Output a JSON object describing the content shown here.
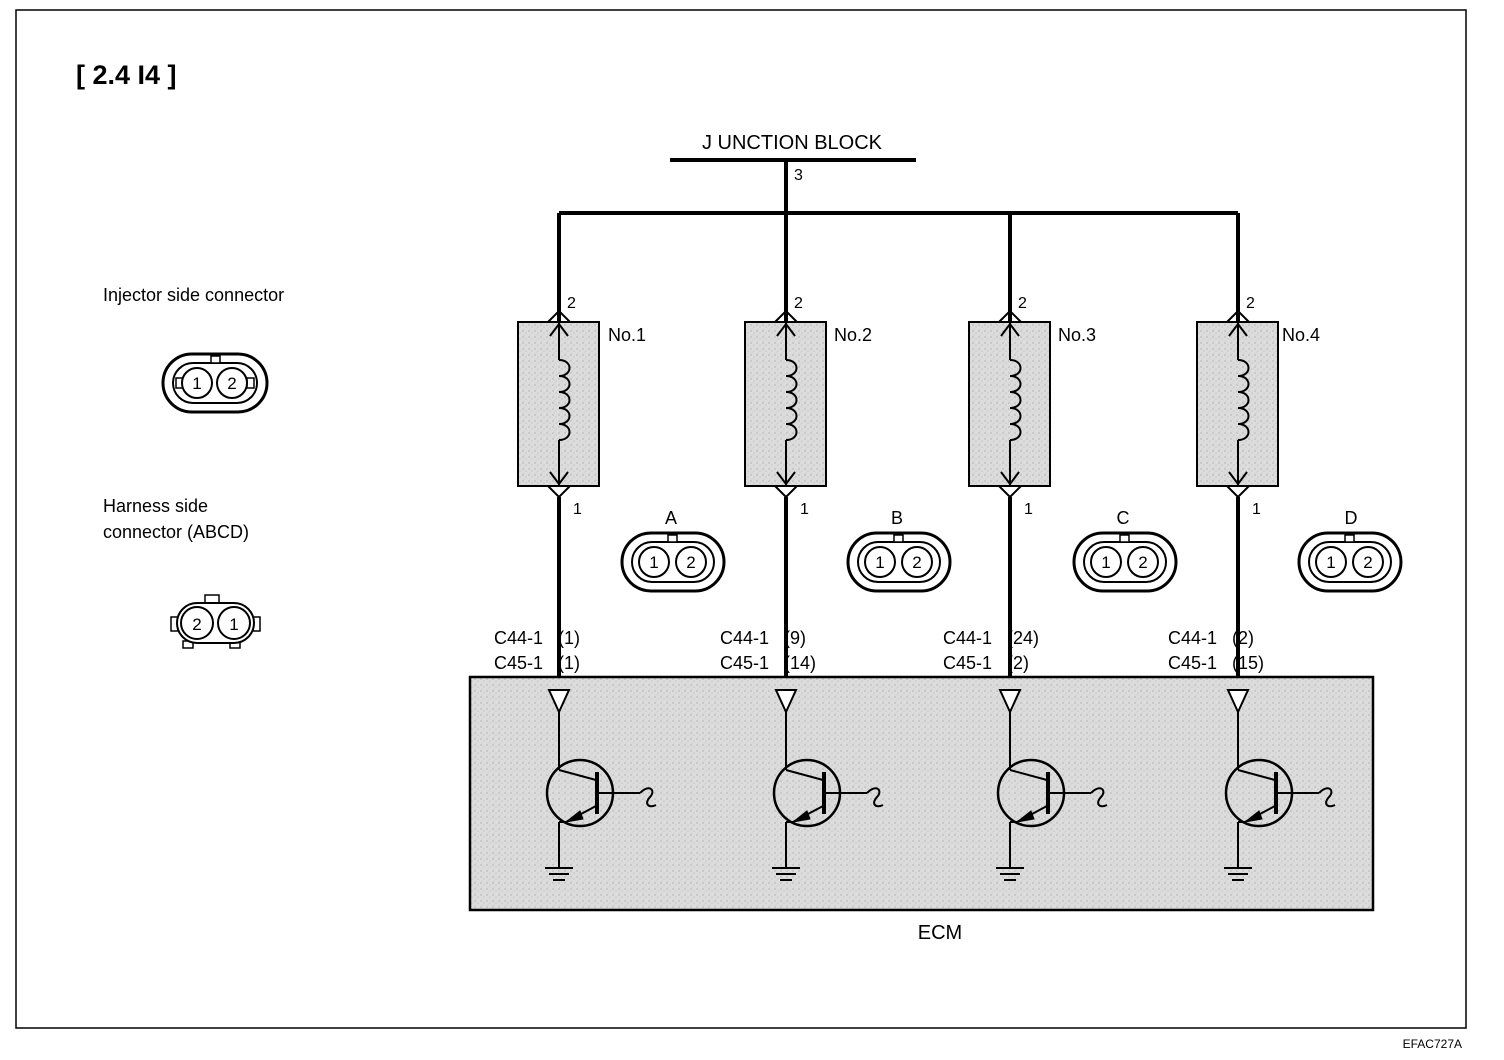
{
  "title": "[ 2.4 I4 ]",
  "junction_block": {
    "label": "J UNCTION BLOCK",
    "pin": "3"
  },
  "legend": {
    "injector_side_label": "Injector side connector",
    "harness_side_label_line1": "Harness side",
    "harness_side_label_line2": "connector (ABCD)",
    "injector_pins": [
      "1",
      "2"
    ],
    "harness_pins": [
      "2",
      "1"
    ]
  },
  "injectors": [
    {
      "name": "No.1",
      "top_pin": "2",
      "bottom_pin": "1",
      "connector": "A",
      "connector_pins": [
        "1",
        "2"
      ],
      "ecm_pin_line1": "C44-1   (1)",
      "ecm_pin_line2": "C45-1   (1)"
    },
    {
      "name": "No.2",
      "top_pin": "2",
      "bottom_pin": "1",
      "connector": "B",
      "connector_pins": [
        "1",
        "2"
      ],
      "ecm_pin_line1": "C44-1   (9)",
      "ecm_pin_line2": "C45-1   (14)"
    },
    {
      "name": "No.3",
      "top_pin": "2",
      "bottom_pin": "1",
      "connector": "C",
      "connector_pins": [
        "1",
        "2"
      ],
      "ecm_pin_line1": "C44-1   (24)",
      "ecm_pin_line2": "C45-1   (2)"
    },
    {
      "name": "No.4",
      "top_pin": "2",
      "bottom_pin": "1",
      "connector": "D",
      "connector_pins": [
        "1",
        "2"
      ],
      "ecm_pin_line1": "C44-1   (2)",
      "ecm_pin_line2": "C45-1   (15)"
    }
  ],
  "ecm": {
    "label": "ECM"
  },
  "figure_code": "EFAC727A",
  "colors": {
    "shade": "#d4d4d4",
    "line": "#000000",
    "background": "#ffffff"
  }
}
